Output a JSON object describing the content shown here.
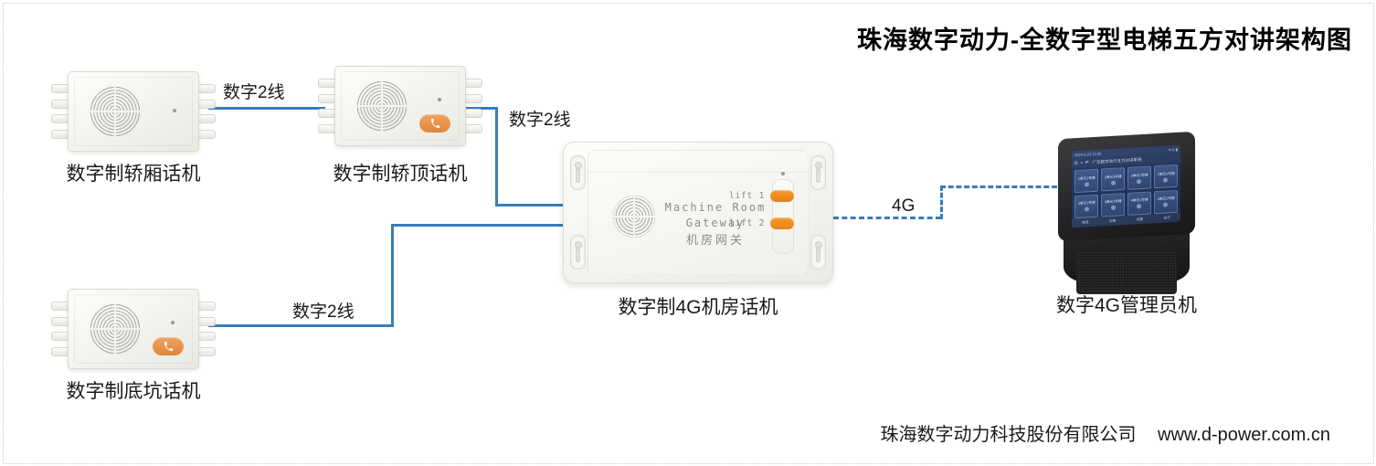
{
  "title": "珠海数字动力-全数字型电梯五方对讲架构图",
  "footer": {
    "company": "珠海数字动力科技股份有限公司",
    "url": "www.d-power.com.cn"
  },
  "colors": {
    "line": "#3a7cb8",
    "accent_orange": "#e8821a",
    "screen_blue": "#223357",
    "device_white": "#f4f4f0",
    "terminal_black": "#232325"
  },
  "devices": {
    "car_phone": {
      "caption": "数字制轿厢话机",
      "has_call_button": false,
      "left_tabs": 4,
      "right_tabs": 4
    },
    "car_top_phone": {
      "caption": "数字制轿顶话机",
      "has_call_button": true,
      "left_tabs": 4,
      "right_tabs": 4
    },
    "pit_phone": {
      "caption": "数字制底坑话机",
      "has_call_button": true,
      "left_tabs": 4,
      "right_tabs": 4
    },
    "gateway": {
      "caption": "数字制4G机房话机",
      "brand_en": "Machine Room Gateway",
      "brand_cn": "机房网关",
      "lifts": [
        {
          "label": "lift 1"
        },
        {
          "label": "lift 2"
        }
      ]
    },
    "manager_terminal": {
      "caption": "数字4G管理员机",
      "screen": {
        "status_left": "2024-2-22 12:30",
        "status_right": "▾ ⊙ ▮",
        "logo": "D ▪ P",
        "header_title": "广东数字动力五方对讲系统",
        "tiles": [
          {
            "label": "1单元2号楼"
          },
          {
            "label": "1单元3号楼"
          },
          {
            "label": "2单元1号楼"
          },
          {
            "label": "2单元2号楼"
          },
          {
            "label": "3单元1号楼"
          },
          {
            "label": "3单元2号楼"
          },
          {
            "label": "4单元1号楼"
          },
          {
            "label": "4单元2号楼"
          }
        ],
        "footer_items": [
          "首页",
          "记录",
          "设置",
          "关于"
        ]
      }
    }
  },
  "connections": [
    {
      "id": "car-to-cartop",
      "label": "数字2线",
      "style": "solid"
    },
    {
      "id": "cartop-to-gateway",
      "label": "数字2线",
      "style": "solid"
    },
    {
      "id": "pit-to-gateway",
      "label": "数字2线",
      "style": "solid"
    },
    {
      "id": "gateway-to-manager",
      "label": "4G",
      "style": "dashed"
    }
  ]
}
